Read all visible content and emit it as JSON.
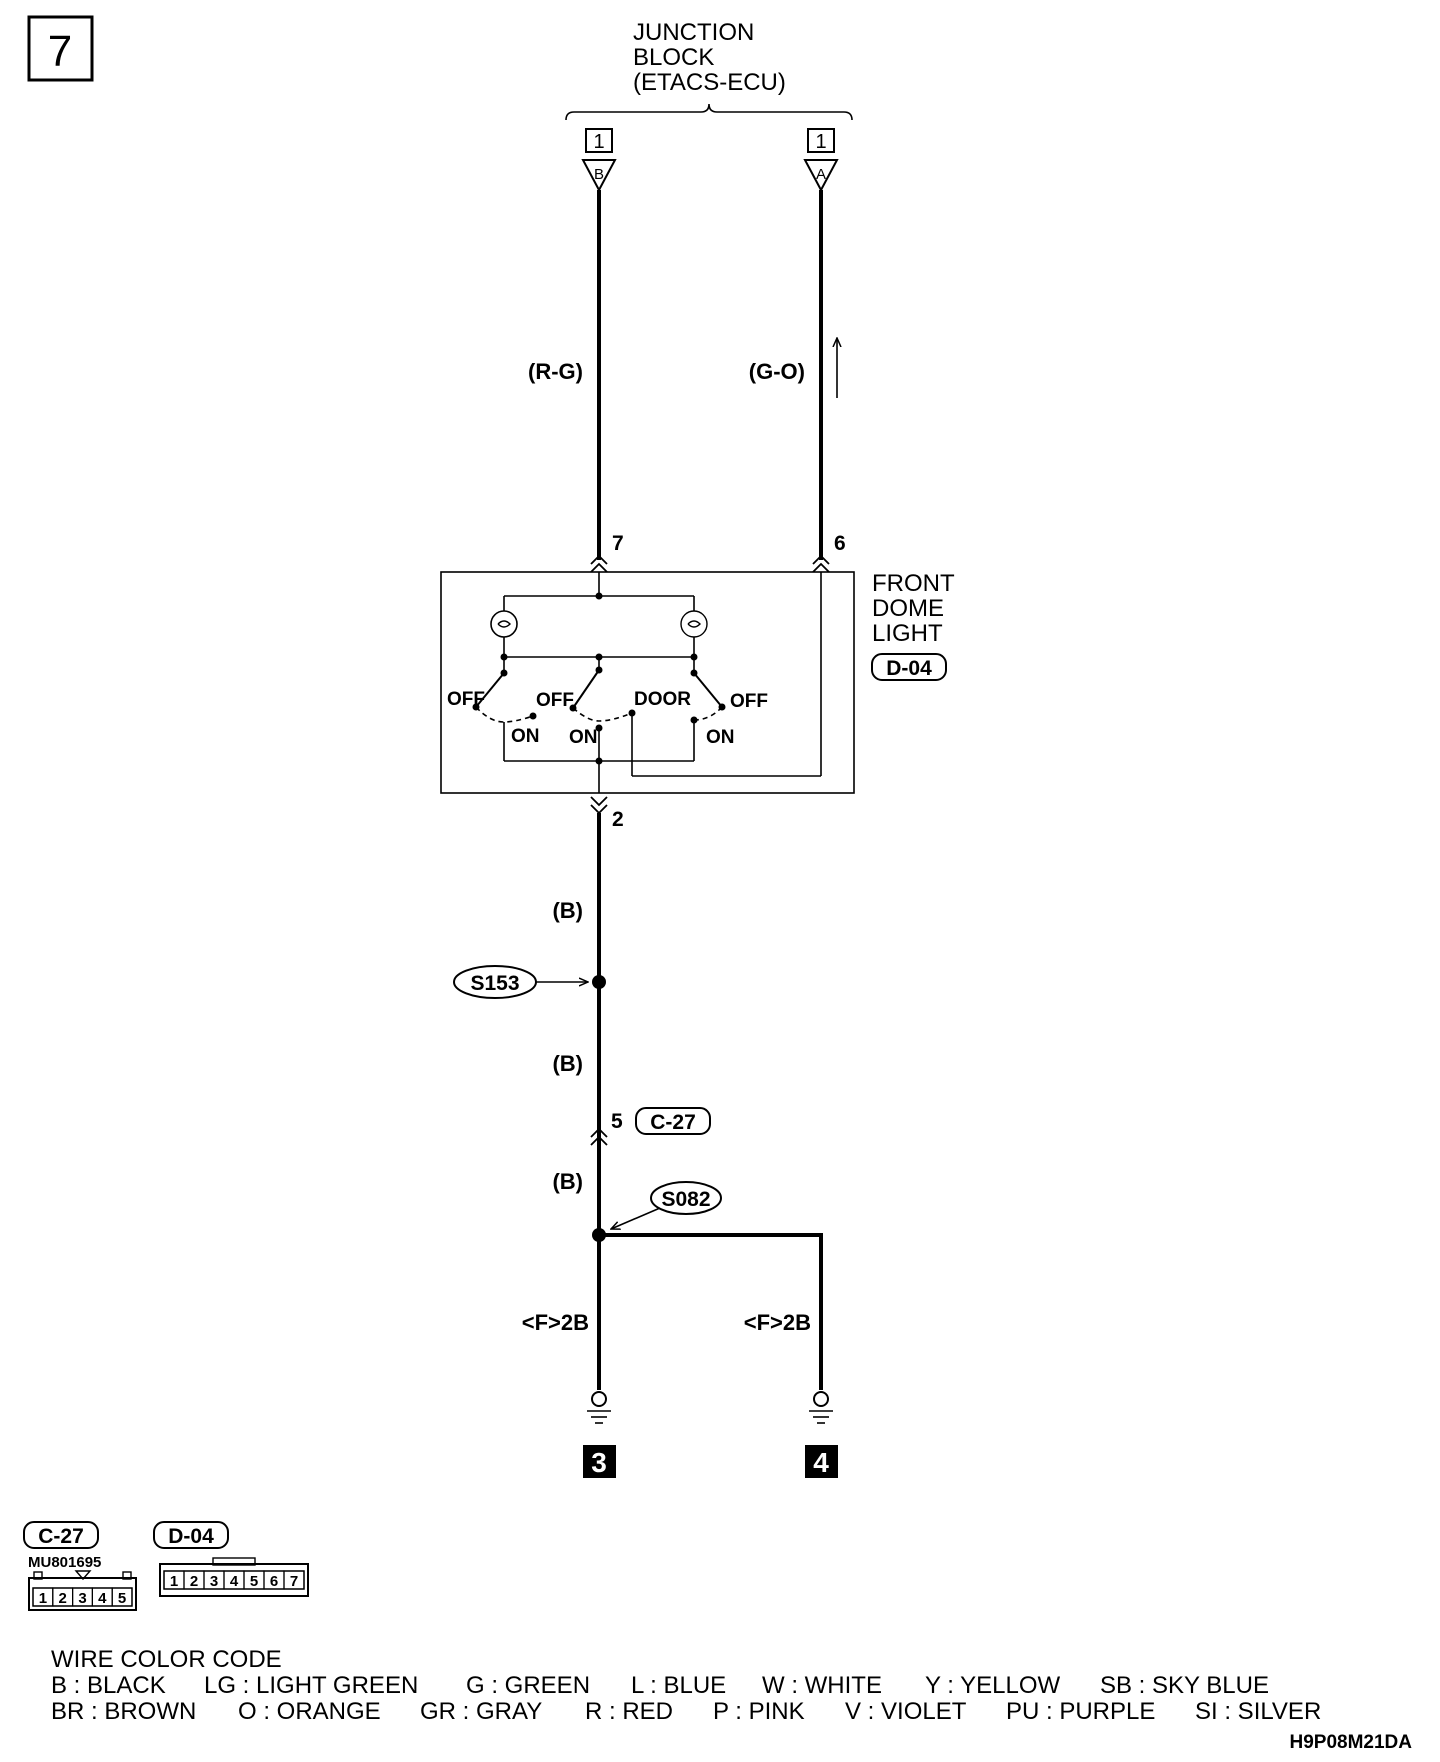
{
  "page_number": "7",
  "junction_block": {
    "line1": "JUNCTION",
    "line2": "BLOCK",
    "line3": "(ETACS-ECU)",
    "left_connector_no": "1",
    "left_terminal": "B",
    "right_connector_no": "1",
    "right_terminal": "A"
  },
  "wires": {
    "left_upper_color": "(R-G)",
    "right_upper_color": "(G-O)",
    "lower_1_color": "(B)",
    "lower_2_color": "(B)",
    "lower_3_color": "(B)",
    "ground_left_label": "<F>2B",
    "ground_right_label": "<F>2B"
  },
  "pins": {
    "pin7": "7",
    "pin6": "6",
    "pin2": "2",
    "pin5": "5"
  },
  "front_dome_light": {
    "line1": "FRONT",
    "line2": "DOME",
    "line3": "LIGHT",
    "connector": "D-04",
    "sw_off_left": "OFF",
    "sw_off_mid": "OFF",
    "sw_door": "DOOR",
    "sw_off_right": "OFF",
    "sw_on_left": "ON",
    "sw_on_mid": "ON",
    "sw_on_right": "ON"
  },
  "splices": {
    "s153": "S153",
    "s082": "S082"
  },
  "connector_c27": "C-27",
  "grounds": {
    "left": "3",
    "right": "4"
  },
  "connector_views": {
    "c27_label": "C-27",
    "c27_part": "MU801695",
    "c27_pins": [
      "1",
      "2",
      "3",
      "4",
      "5"
    ],
    "d04_label": "D-04",
    "d04_pins": [
      "1",
      "2",
      "3",
      "4",
      "5",
      "6",
      "7"
    ]
  },
  "wire_color_code": {
    "title": "WIRE COLOR CODE",
    "row1": [
      "B : BLACK",
      "LG : LIGHT GREEN",
      "G : GREEN",
      "L : BLUE",
      "W : WHITE",
      "Y : YELLOW",
      "SB : SKY BLUE"
    ],
    "row2": [
      "BR : BROWN",
      "O : ORANGE",
      "GR : GRAY",
      "R : RED",
      "P : PINK",
      "V : VIOLET",
      "PU : PURPLE",
      "SI : SILVER"
    ]
  },
  "drawing_code": "H9P08M21DA"
}
